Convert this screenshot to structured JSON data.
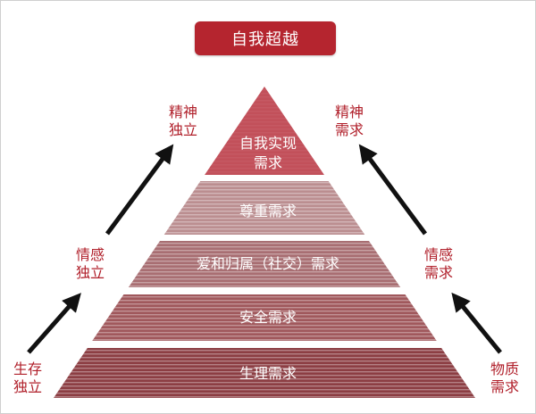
{
  "title": "自我超越",
  "tiers": [
    {
      "id": "self-actualization",
      "lines": [
        "自我实现",
        "需求"
      ]
    },
    {
      "id": "esteem",
      "lines": [
        "尊重需求"
      ]
    },
    {
      "id": "belonging",
      "lines": [
        "爱和归属（社交）需求"
      ]
    },
    {
      "id": "safety",
      "lines": [
        "安全需求"
      ]
    },
    {
      "id": "physiological",
      "lines": [
        "生理需求"
      ]
    }
  ],
  "left_labels": [
    {
      "lines": [
        "精神",
        "独立"
      ]
    },
    {
      "lines": [
        "情感",
        "独立"
      ]
    },
    {
      "lines": [
        "生存",
        "独立"
      ]
    }
  ],
  "right_labels": [
    {
      "lines": [
        "精神",
        "需求"
      ]
    },
    {
      "lines": [
        "情感",
        "需求"
      ]
    },
    {
      "lines": [
        "物质",
        "需求"
      ]
    }
  ],
  "colors": {
    "badge_bg": "#b5252f",
    "label_text": "#b01f2a",
    "tier_text": "#ffffff",
    "tier_top": "#c2505a",
    "tier_esteem": "#bb8e90",
    "tier_belonging": "#a86e72",
    "tier_safety": "#a0585c",
    "tier_physio": "#8c3e43",
    "stripe": "#ffffff",
    "arrow": "#111111",
    "frame": "#cfcfcf"
  },
  "icons": {
    "arrow": "arrow-up-icon"
  }
}
